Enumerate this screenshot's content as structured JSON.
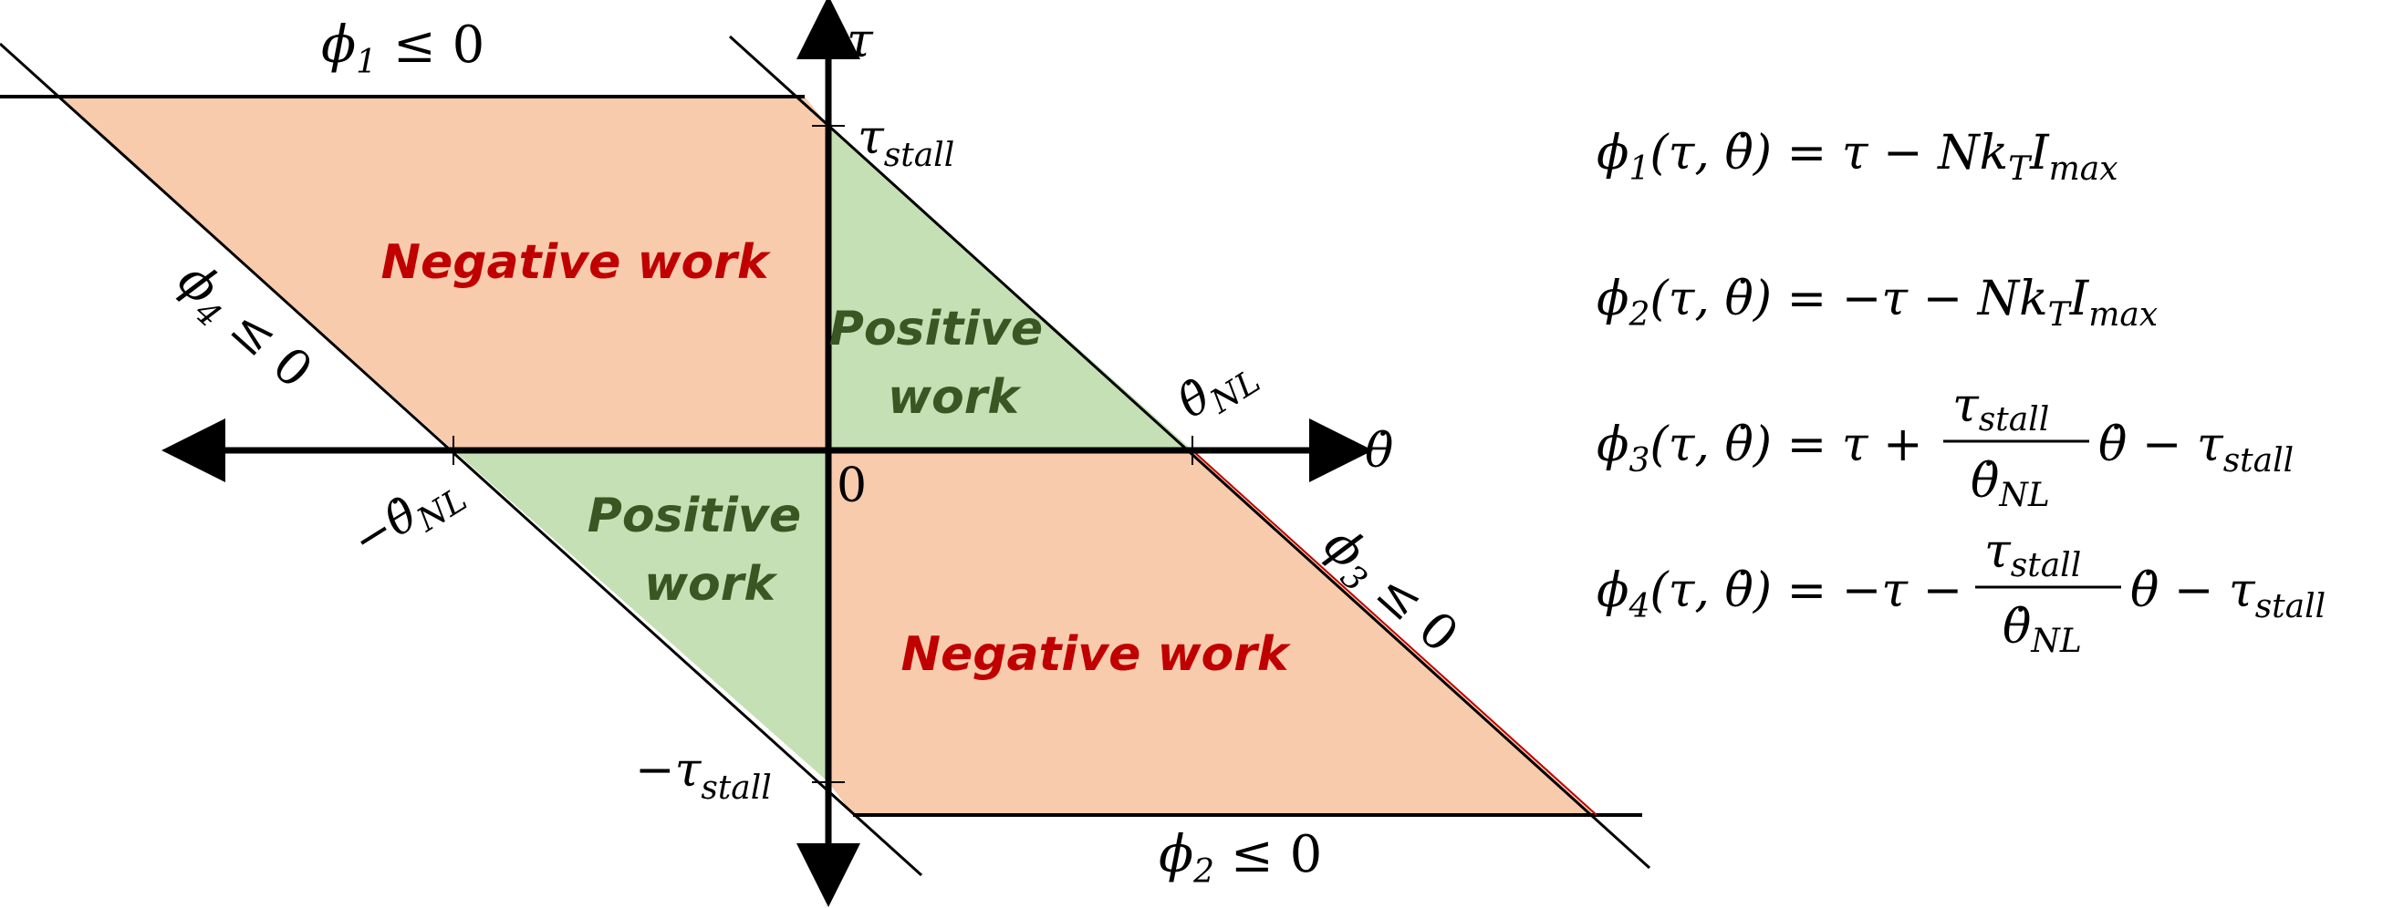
{
  "colors": {
    "negative_fill": "#f8cbad",
    "positive_fill": "#c5e0b4",
    "negative_text": "#c00000",
    "positive_text": "#385723",
    "axis": "#000000",
    "boundary_accent": "#c00000"
  },
  "axes": {
    "y_label": "τ",
    "x_label": "θ̇",
    "origin_label": "0"
  },
  "ticks": {
    "tau_stall": {
      "main": "τ",
      "sub": "stall"
    },
    "neg_tau_stall": {
      "main": "−τ",
      "sub": "stall"
    },
    "theta_nl": {
      "main": "θ̇",
      "sub": "NL"
    },
    "neg_theta_nl": {
      "main": "−θ̇",
      "sub": "NL"
    }
  },
  "constraints": {
    "phi1": {
      "main": "ϕ",
      "sub": "1",
      "rel": " ≤ 0"
    },
    "phi2": {
      "main": "ϕ",
      "sub": "2",
      "rel": " ≤ 0"
    },
    "phi3": {
      "main": "ϕ",
      "sub": "3",
      "rel": " ≤ 0"
    },
    "phi4": {
      "main": "ϕ",
      "sub": "4",
      "rel": " ≤ 0"
    }
  },
  "regions": {
    "neg_top": "Negative work",
    "neg_bottom": "Negative work",
    "pos_top_line1": "Positive",
    "pos_top_line2": "work",
    "pos_bottom_line1": "Positive",
    "pos_bottom_line2": "work"
  },
  "equations": {
    "eq1": {
      "lhs": "ϕ",
      "idx": "1",
      "args": "(τ, θ̇) = τ − Nk",
      "kt_sub": "T",
      "i": "I",
      "imax_sub": "max"
    },
    "eq2": {
      "lhs": "ϕ",
      "idx": "2",
      "args": "(τ, θ̇) = −τ − Nk",
      "kt_sub": "T",
      "i": "I",
      "imax_sub": "max"
    },
    "eq3": {
      "lhs": "ϕ",
      "idx": "3",
      "args": "(τ, θ̇) = τ +",
      "num": "τ",
      "num_sub": "stall",
      "den": "θ̇",
      "den_sub": "NL",
      "tail": "θ̇ − τ",
      "tail_sub": "stall"
    },
    "eq4": {
      "lhs": "ϕ",
      "idx": "4",
      "args": "(τ, θ̇) = −τ −",
      "num": "τ",
      "num_sub": "stall",
      "den": "θ̇",
      "den_sub": "NL",
      "tail": "θ̇ − τ",
      "tail_sub": "stall"
    }
  }
}
